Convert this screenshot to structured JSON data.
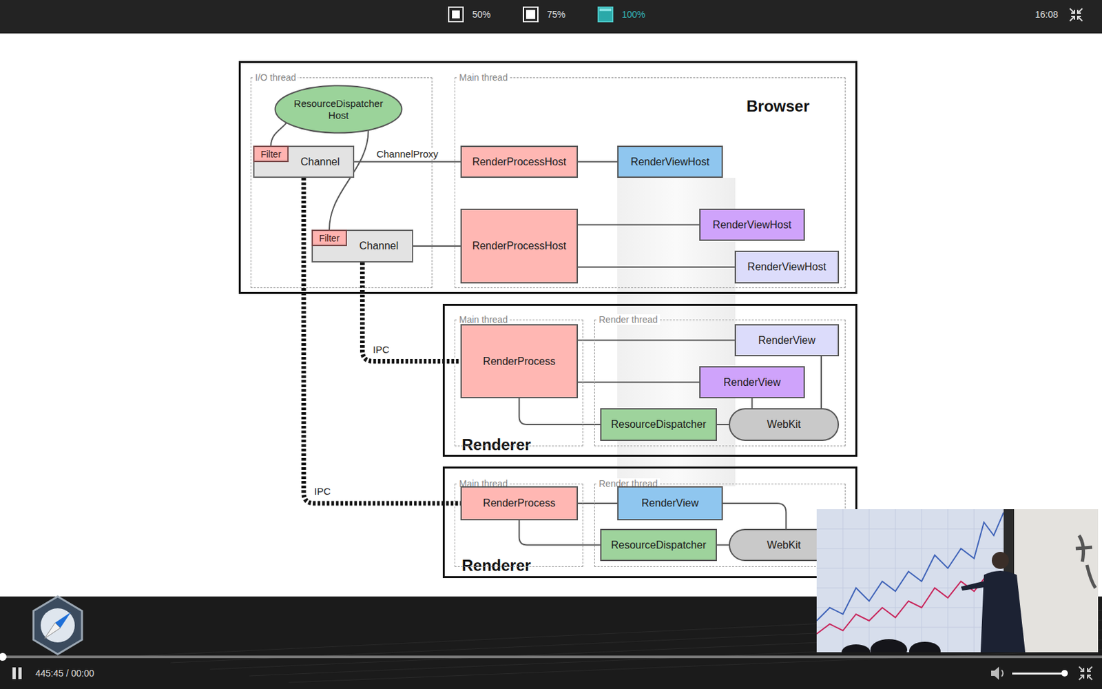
{
  "diagram": {
    "nodes": [
      {
        "text": [
          "Browser"
        ]
      },
      {
        "text": [
          "I/O thread"
        ],
        "in": 0
      },
      {
        "text": [
          "ResourceDispatcher Host"
        ],
        "in": 1
      },
      {
        "text": [
          "Channel"
        ],
        "in": 1
      },
      {
        "text": [
          "Filter"
        ],
        "in": 3
      },
      {
        "text": [
          "Channel"
        ],
        "in": 1
      },
      {
        "text": [
          "Filter"
        ],
        "in": 5
      },
      {
        "text": [
          "Main thread"
        ],
        "in": 0
      },
      {
        "text": [
          "RenderProcessHost"
        ],
        "in": 7
      },
      {
        "text": [
          "RenderViewHost"
        ],
        "in": 7
      },
      {
        "text": [
          "RenderProcessHost"
        ],
        "in": 7
      },
      {
        "text": [
          "RenderViewHost"
        ],
        "in": 7
      },
      {
        "text": [
          "RenderViewHost"
        ],
        "in": 7
      },
      {
        "text": [
          "Renderer"
        ]
      },
      {
        "text": [
          "Main thread"
        ],
        "in": 13
      },
      {
        "text": [
          "RenderProcess"
        ],
        "in": 14
      },
      {
        "text": [
          "Render thread"
        ],
        "in": 13
      },
      {
        "text": [
          "RenderView"
        ],
        "in": 16
      },
      {
        "text": [
          "RenderView"
        ],
        "in": 16
      },
      {
        "text": [
          "ResourceDispatcher"
        ],
        "in": 16
      },
      {
        "text": [
          "WebKit"
        ],
        "in": 16
      },
      {
        "text": [
          "Renderer"
        ]
      },
      {
        "text": [
          "Main thread"
        ],
        "in": 21
      },
      {
        "text": [
          "RenderProcess"
        ],
        "in": 22
      },
      {
        "text": [
          "Render thread"
        ],
        "in": 21
      },
      {
        "text": [
          "RenderView"
        ],
        "in": 24
      },
      {
        "text": [
          "ResourceDispatcher"
        ],
        "in": 24
      },
      {
        "text": [
          "WebKit"
        ],
        "in": 24
      }
    ],
    "edges": [
      {
        "from": 4,
        "to": 2,
        "arrow": "none"
      },
      {
        "from": 2,
        "to": 6,
        "arrow": "none"
      },
      {
        "from": 3,
        "to": 8,
        "label": "ChannelProxy",
        "arrow": "none"
      },
      {
        "from": 5,
        "to": 10,
        "arrow": "none"
      },
      {
        "from": 8,
        "to": 9,
        "arrow": "none"
      },
      {
        "from": 10,
        "to": 11,
        "arrow": "none"
      },
      {
        "from": 10,
        "to": 12,
        "arrow": "none"
      },
      {
        "from": 3,
        "to": 23,
        "label": "IPC",
        "arrow": "none"
      },
      {
        "from": 5,
        "to": 15,
        "label": "IPC",
        "arrow": "none"
      },
      {
        "from": 15,
        "to": 17,
        "arrow": "none"
      },
      {
        "from": 15,
        "to": 18,
        "arrow": "none"
      },
      {
        "from": 15,
        "to": 19,
        "arrow": "none"
      },
      {
        "from": 19,
        "to": 20,
        "arrow": "none"
      },
      {
        "from": 17,
        "to": 20,
        "arrow": "none"
      },
      {
        "from": 18,
        "to": 20,
        "arrow": "none"
      },
      {
        "from": 23,
        "to": 25,
        "arrow": "none"
      },
      {
        "from": 23,
        "to": 26,
        "arrow": "none"
      },
      {
        "from": 26,
        "to": 27,
        "arrow": "none"
      },
      {
        "from": 25,
        "to": 27,
        "arrow": "none"
      }
    ],
    "labels": [
      "50%",
      "75%",
      "100%",
      "16:08",
      "445:45 / 00:00"
    ]
  }
}
